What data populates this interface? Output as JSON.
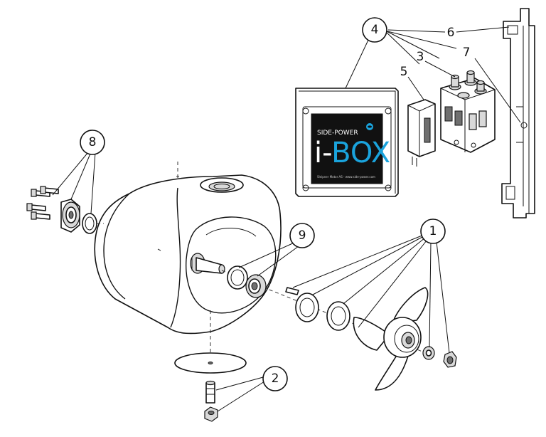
{
  "callouts": [
    {
      "id": "1",
      "label": "1"
    },
    {
      "id": "2",
      "label": "2"
    },
    {
      "id": "3",
      "label": "3"
    },
    {
      "id": "4",
      "label": "4"
    },
    {
      "id": "5",
      "label": "5"
    },
    {
      "id": "6",
      "label": "6"
    },
    {
      "id": "7",
      "label": "7"
    },
    {
      "id": "8",
      "label": "8"
    },
    {
      "id": "9",
      "label": "9"
    }
  ],
  "ibox": {
    "brand": "SIDE-POWER",
    "title_prefix": "i-",
    "title_main": "BOX",
    "footer": "Sleipner Motor AS - www.side-power.com"
  },
  "colors": {
    "ibox_panel": "#111111",
    "ibox_accent": "#1aa3dc",
    "line": "#111111"
  }
}
